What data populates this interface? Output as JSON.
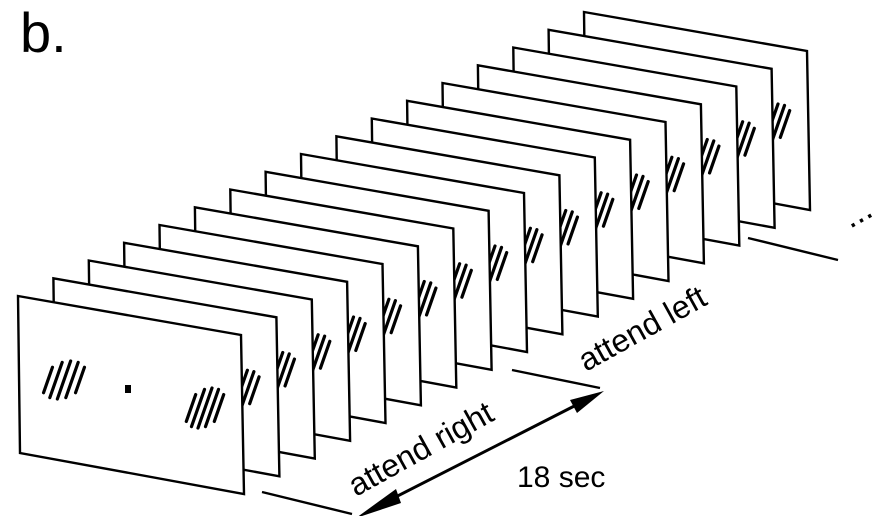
{
  "panel_label": "b.",
  "labels": {
    "attend_right": "attend right",
    "attend_left": "attend left",
    "duration": "18 sec",
    "continuation": "..."
  },
  "sequence": {
    "frame_count": 17,
    "gratings": [
      "left",
      "right"
    ],
    "colors": {
      "ink": "#000000",
      "paper": "#ffffff"
    }
  }
}
